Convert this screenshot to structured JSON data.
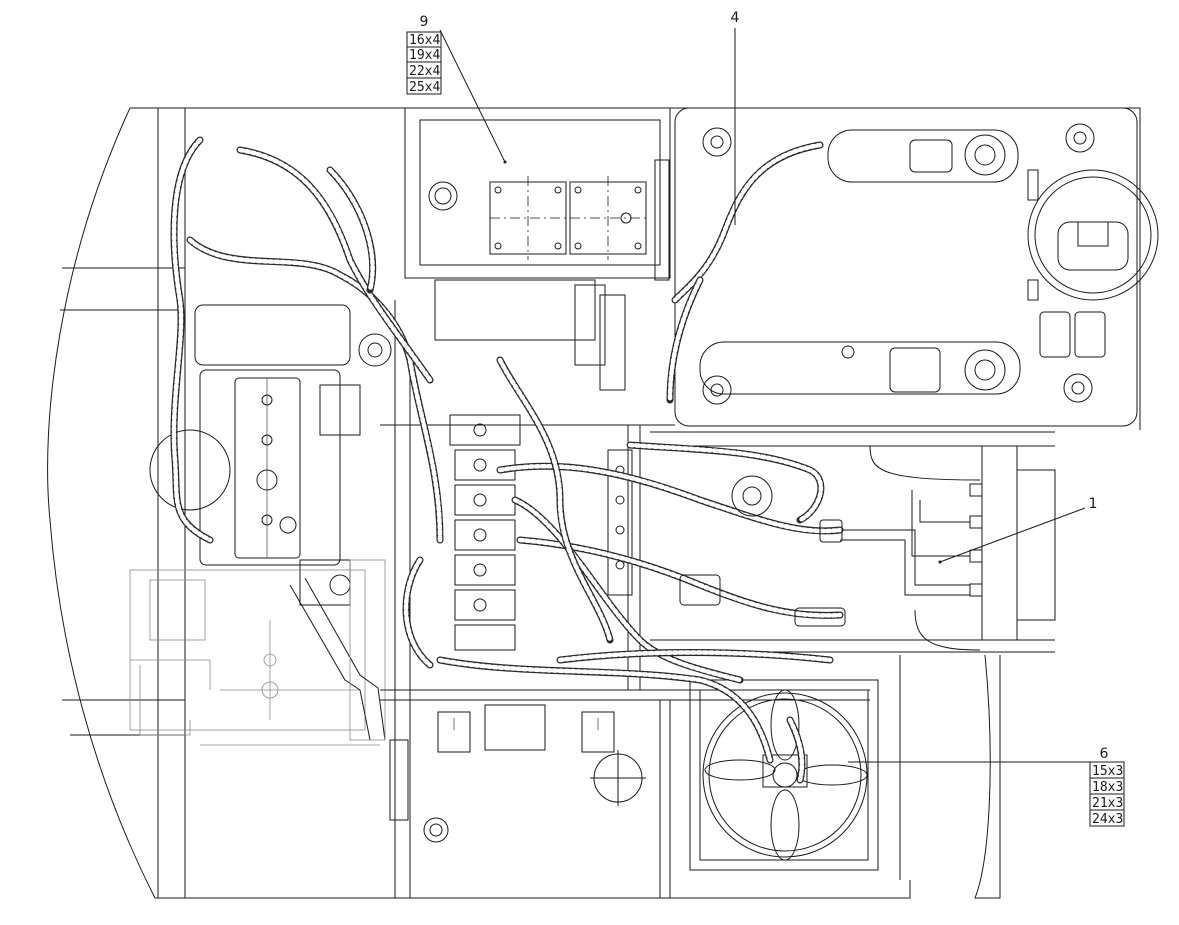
{
  "callouts": [
    {
      "id": "9",
      "number": "9",
      "sizes": [
        "16x4",
        "19x4",
        "22x4",
        "25x4"
      ]
    },
    {
      "id": "4",
      "number": "4",
      "sizes": []
    },
    {
      "id": "1",
      "number": "1",
      "sizes": []
    },
    {
      "id": "6",
      "number": "6",
      "sizes": [
        "15x3",
        "18x3",
        "21x3",
        "24x3"
      ]
    }
  ],
  "colors": {
    "line": "#1a1a1a",
    "ghost": "#8a8a8a",
    "background": "#ffffff"
  }
}
